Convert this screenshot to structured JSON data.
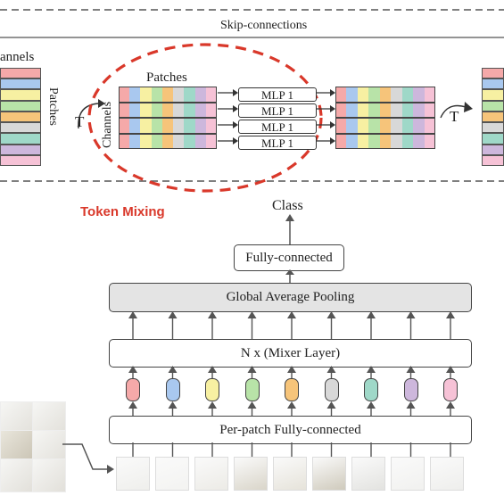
{
  "mixer_block": {
    "skip_label": "Skip-connections",
    "channels_left": "annels",
    "patches_left": "Patches",
    "transpose_left": "T",
    "channels_inner": "Channels",
    "patches_inner": "Patches",
    "mlp_labels": [
      "MLP 1",
      "MLP 1",
      "MLP 1",
      "MLP 1"
    ],
    "transpose_right": "T",
    "token_mixing_label": "Token Mixing"
  },
  "stack": {
    "class_label": "Class",
    "fully_connected": "Fully-connected",
    "global_pooling": "Global Average Pooling",
    "mixer_layer": "N x (Mixer Layer)",
    "per_patch": "Per-patch Fully-connected"
  },
  "colors": {
    "stripes": [
      "#f5a9a9",
      "#a9c8ef",
      "#f7f0a2",
      "#b8e3a8",
      "#f6c47a",
      "#d8d8d8",
      "#9fd8c8",
      "#cdb7dc",
      "#f6c2d6"
    ],
    "token_mixing": "#d9382a",
    "box_border": "#444444",
    "pool_fill": "#e4e4e4"
  },
  "icons": {
    "arrow": "arrow-icon",
    "transpose": "curved-arrow-icon"
  }
}
